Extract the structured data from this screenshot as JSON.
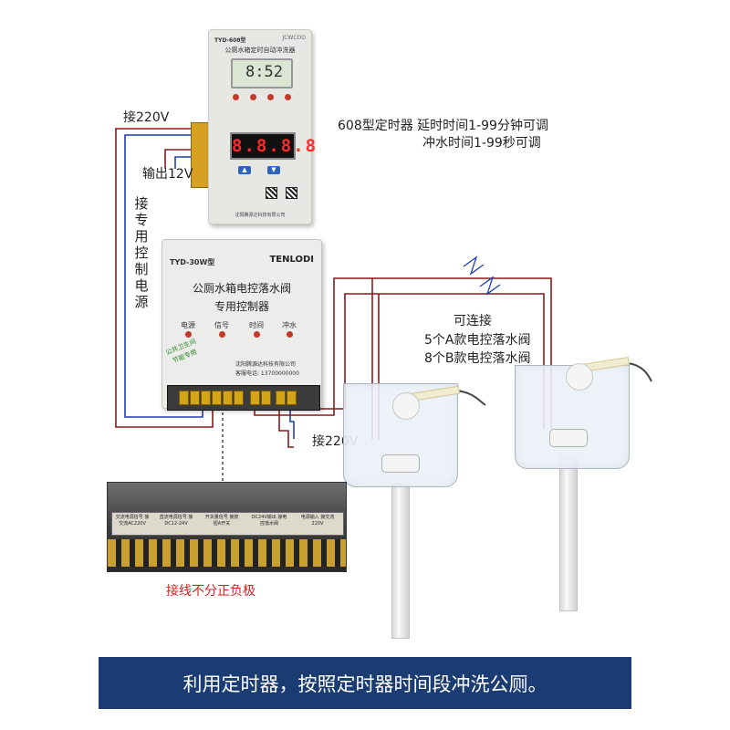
{
  "timer": {
    "model": "TYD-608型",
    "brand": "JCWCOO",
    "title": "公厕水箱定时自动冲洗器",
    "lcd": "8:52",
    "led": "8.8.8.8",
    "up_key": "▲",
    "down_key": "▼",
    "company": "沈阳腾源达科技有限公司"
  },
  "controller": {
    "model": "TYD-30W型",
    "brand": "TENLODI",
    "title_line1": "公厕水箱电控落水阀",
    "title_line2": "专用控制器",
    "indicators": [
      "电源",
      "信号",
      "时间",
      "冲水"
    ],
    "stamp_line1": "公共卫生间",
    "stamp_line2": "节能专用",
    "company": "沈阳腾源达科技有限公司",
    "service": "客服电话: 13700000000"
  },
  "labels": {
    "mains_top": "接220V",
    "output": "输出12V",
    "dedicated_power": [
      "接",
      "专",
      "用",
      "控",
      "制",
      "电",
      "源"
    ],
    "mains_bottom": "接220V",
    "desc_line1": "608型定时器 延时时间1-99分钟可调",
    "desc_line2": "冲水时间1-99秒可调",
    "connect": "可连接",
    "capacity_a": "5个A款电控落水阀",
    "capacity_b": "8个B款电控落水阀",
    "polarity": "接线不分正负极"
  },
  "inset": {
    "cells": [
      "交流电源信号 接交流AC220V",
      "直流电源信号 接DC12-24V",
      "开关量信号 接按钮A开关",
      "DC24V输出 接电控落水阀",
      "电源输入 接交流220V"
    ]
  },
  "banner": "利用定时器，按照定时器时间段冲洗公厕。",
  "colors": {
    "wire_red": "#8b1a1a",
    "wire_blue": "#1f3fae",
    "banner_bg": "#1b3c73",
    "polarity_text": "#d42020"
  }
}
